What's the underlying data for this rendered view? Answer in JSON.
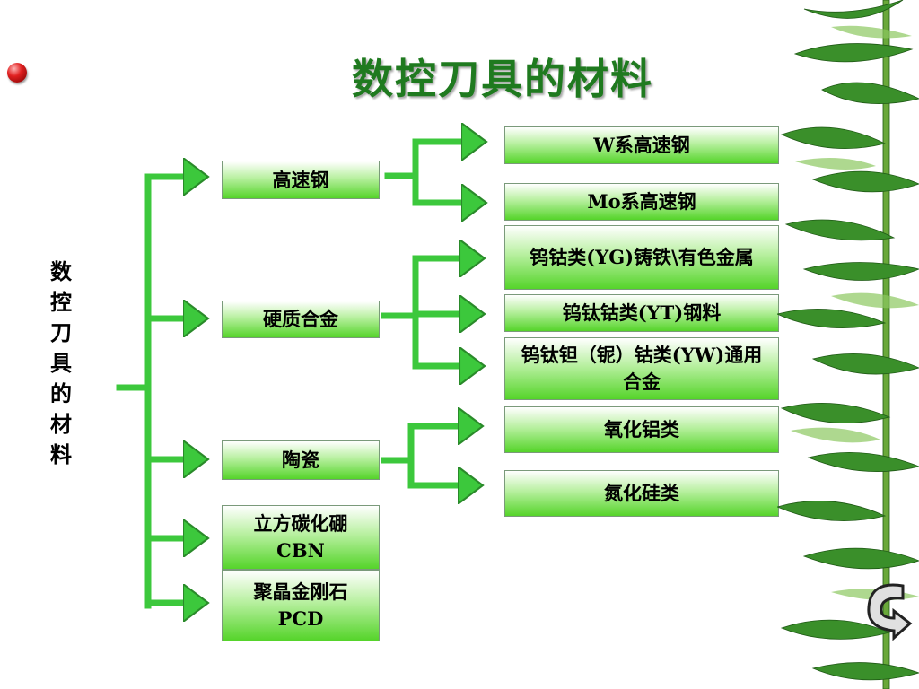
{
  "title": "数控刀具的材料",
  "side_label": "数控刀具的材料",
  "categories": [
    {
      "label": "高速钢",
      "subs": [
        "W系高速钢",
        "Mo系高速钢"
      ]
    },
    {
      "label": "硬质合金",
      "subs": [
        "钨钴类(YG)铸铁\\有色金属",
        "钨钛钴类(YT)钢料",
        "钨钛钽（铌）钴类(YW)通用合金"
      ]
    },
    {
      "label": "陶瓷",
      "subs": [
        "氧化铝类",
        "氮化硅类"
      ]
    },
    {
      "label": "立方碳化硼",
      "label2": "CBN",
      "subs": []
    },
    {
      "label": "聚晶金刚石",
      "label2": "PCD",
      "subs": []
    }
  ],
  "colors": {
    "title": "#1f7a1f",
    "arrow": "#3cc83c",
    "box_bottom": "#55d42a"
  },
  "icons": [
    "red-bullet-icon",
    "bamboo-decoration",
    "next-slide-icon"
  ]
}
